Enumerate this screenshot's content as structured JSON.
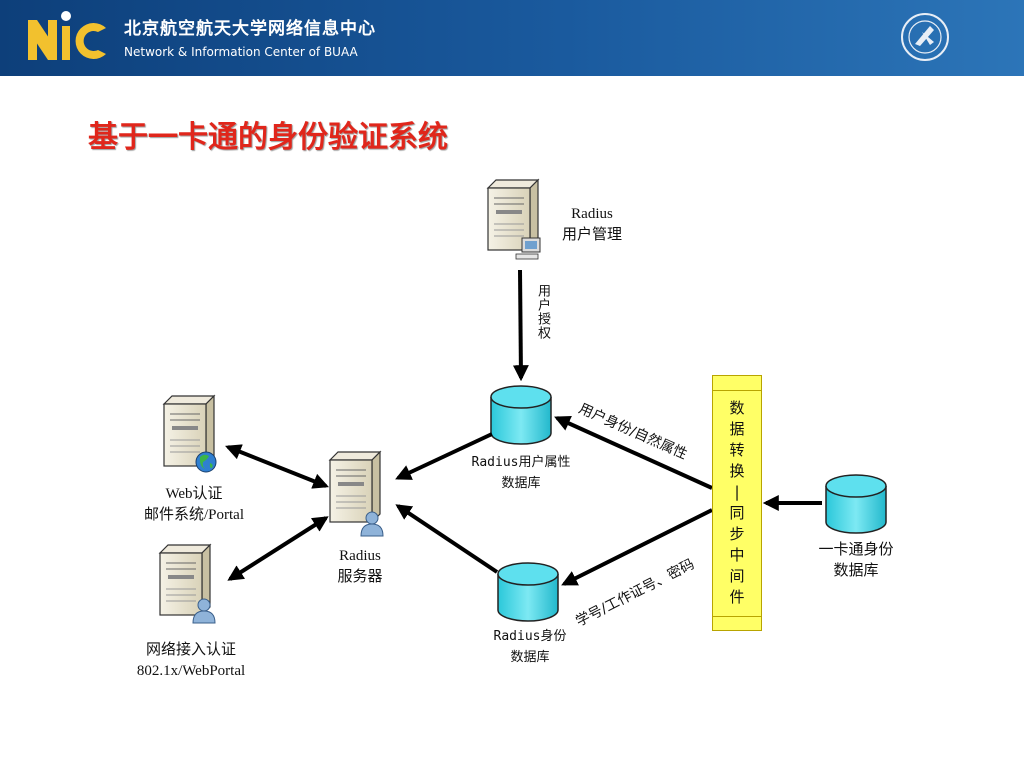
{
  "header": {
    "org_cn": "北京航空航天大学网络信息中心",
    "org_en": "Network & Information Center of BUAA",
    "logo_text": "NIC",
    "logo_colors": {
      "letters": "#f2c12e",
      "accent": "#ffffff"
    },
    "seal_icon": "university-seal-icon"
  },
  "title": "基于一卡通的身份验证系统",
  "nodes": {
    "radius_admin": {
      "line1": "Radius",
      "line2": "用户管理",
      "icon": "server-workstation-icon"
    },
    "web_auth": {
      "line1": "Web认证",
      "line2": "邮件系统/Portal",
      "icon": "server-globe-icon"
    },
    "net_auth": {
      "line1": "网络接入认证",
      "line2": "802.1x/WebPortal",
      "icon": "server-user-icon"
    },
    "radius_server": {
      "line1": "Radius",
      "line2": "服务器",
      "icon": "server-user-icon"
    },
    "radius_attr_db": {
      "line1": "Radius用户属性",
      "line2": "数据库",
      "icon": "database-icon"
    },
    "radius_id_db": {
      "line1": "Radius身份",
      "line2": "数据库",
      "icon": "database-icon"
    },
    "card_db": {
      "line1": "一卡通身份",
      "line2": "数据库",
      "icon": "database-icon"
    }
  },
  "middleware": {
    "chars": [
      "数",
      "据",
      "转",
      "换",
      "|",
      "同",
      "步",
      "中",
      "间",
      "件"
    ]
  },
  "edge_labels": {
    "authorize": "用户授权",
    "identity_attr": "用户身份/自然属性",
    "student_id": "学号/工作证号、密码"
  },
  "colors": {
    "title": "#e0261b",
    "header_bg": "#1a5a9e",
    "db_fill": "#33d6e6",
    "middleware_fill": "#ffff66",
    "arrow": "#000000"
  }
}
